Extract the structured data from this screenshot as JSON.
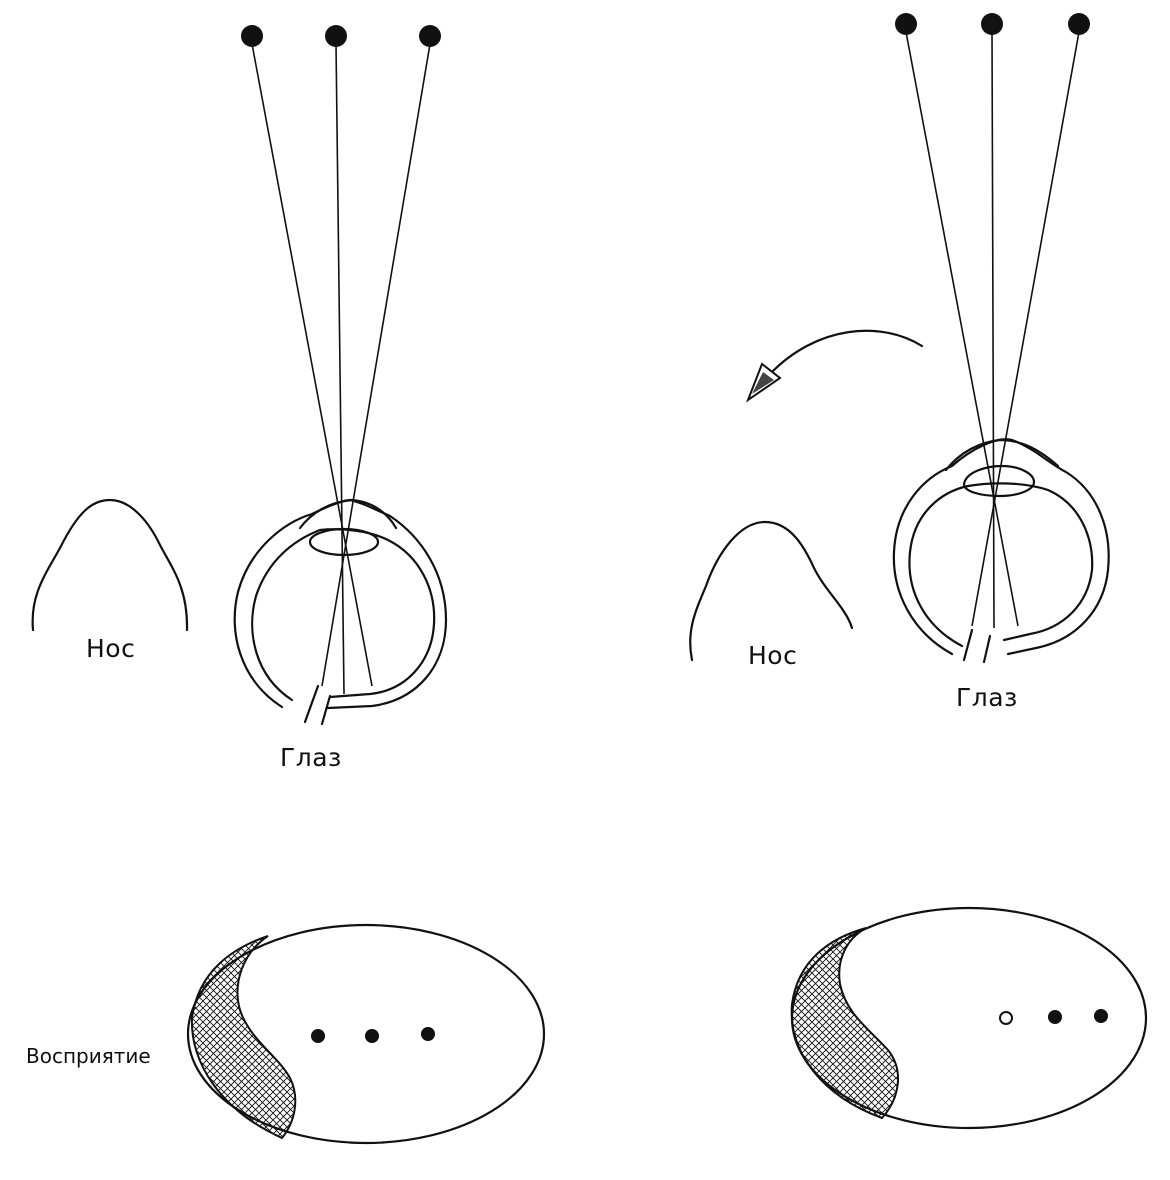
{
  "labels": {
    "nose_left": "Нос",
    "nose_right": "Нос",
    "eye_left": "Глаз",
    "eye_right": "Глаз",
    "perception": "Восприятие"
  },
  "colors": {
    "ink": "#111111",
    "background": "#ffffff"
  },
  "icons": {
    "rotation_arrow": "curved-arrow-icon"
  }
}
